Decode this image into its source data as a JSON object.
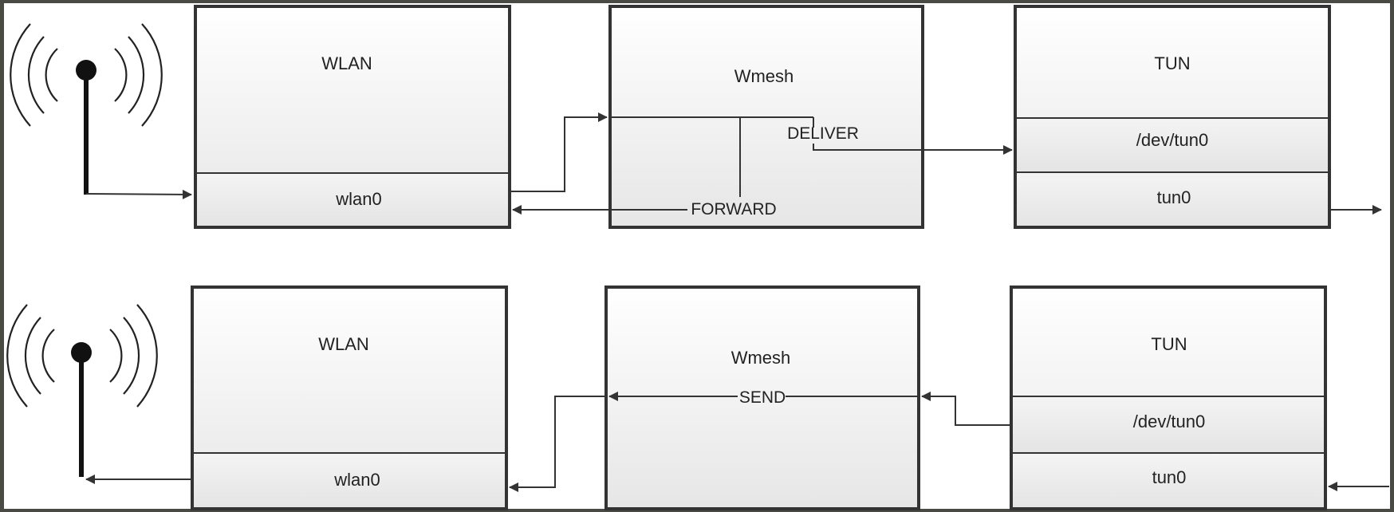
{
  "diagram": {
    "rx_row": {
      "wlan": {
        "title": "WLAN",
        "iface": "wlan0"
      },
      "wmesh": {
        "title": "Wmesh",
        "deliver_label": "DELIVER",
        "forward_label": "FORWARD"
      },
      "tun": {
        "title": "TUN",
        "device": "/dev/tun0",
        "iface": "tun0"
      }
    },
    "tx_row": {
      "wlan": {
        "title": "WLAN",
        "iface": "wlan0"
      },
      "wmesh": {
        "title": "Wmesh",
        "send_label": "SEND"
      },
      "tun": {
        "title": "TUN",
        "device": "/dev/tun0",
        "iface": "tun0"
      }
    }
  },
  "colors": {
    "frame": "#4a4a44",
    "background": "#ffffff",
    "box_stroke": "#333333",
    "box_fill_top": "#ffffff",
    "box_fill_bottom": "#e8e8e8",
    "line": "#333333"
  },
  "icons": [
    "antenna-icon",
    "antenna-icon"
  ]
}
